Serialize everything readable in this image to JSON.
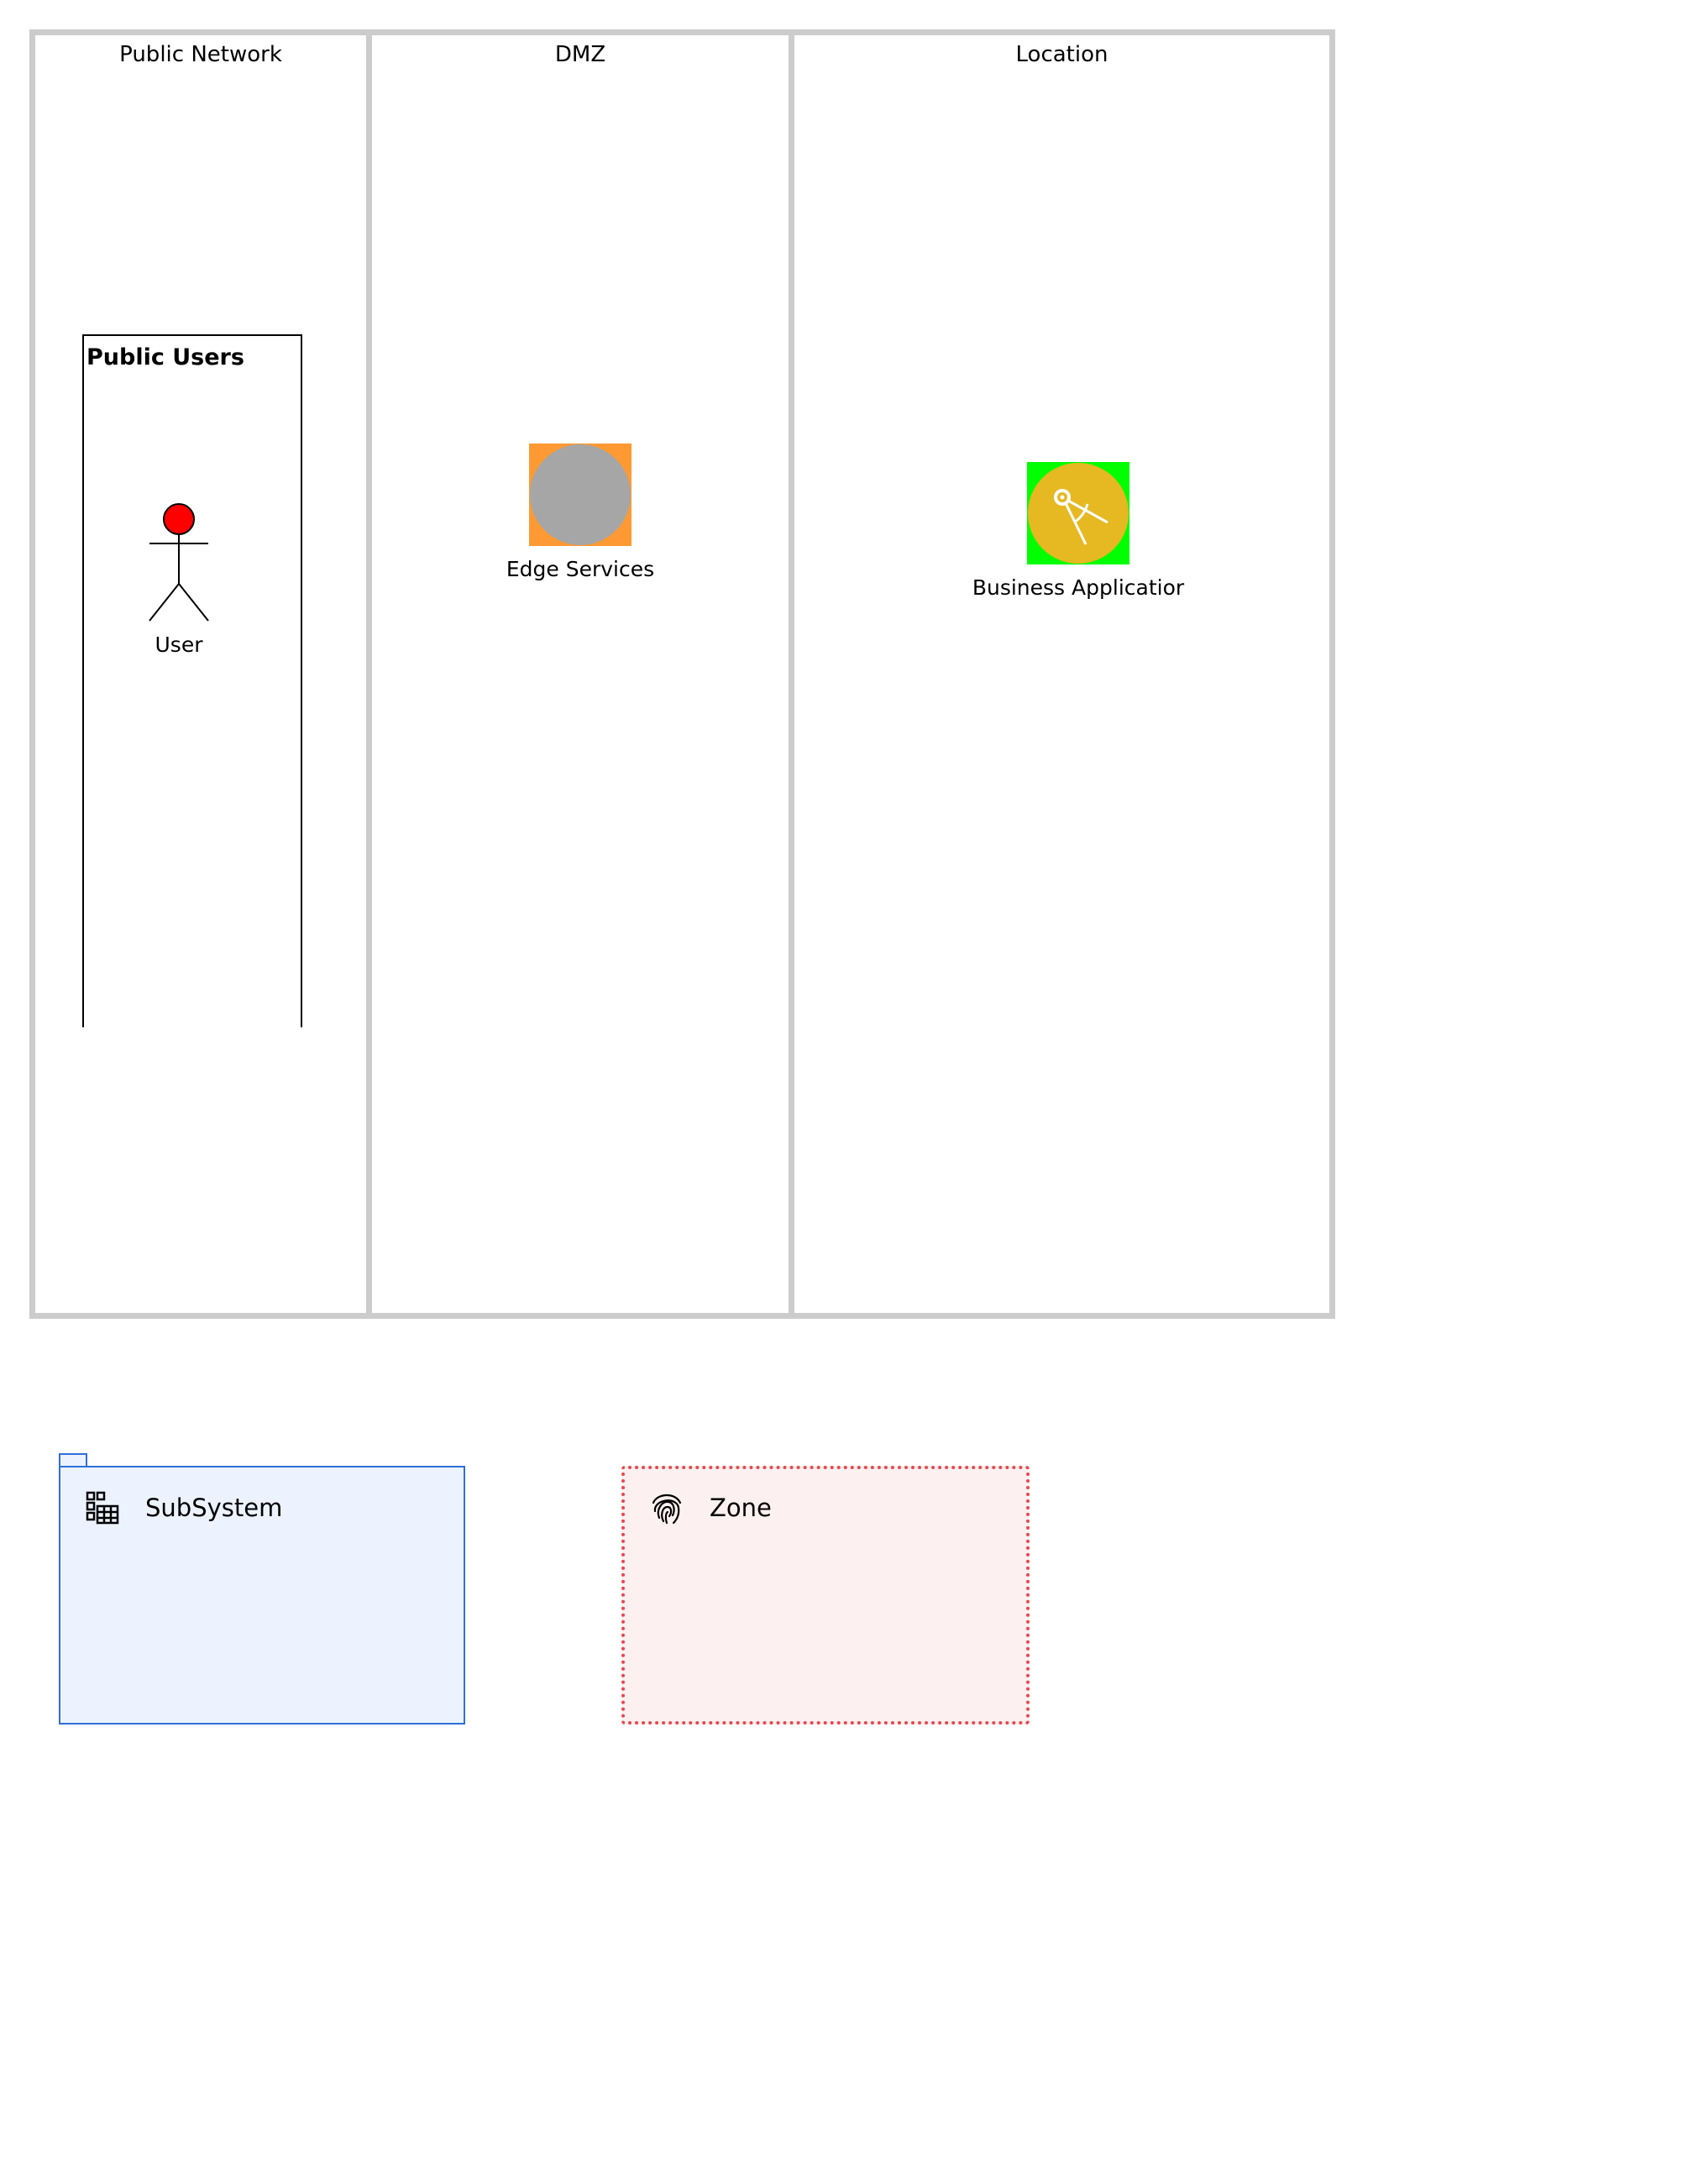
{
  "lanes": {
    "public_network": "Public Network",
    "dmz": "DMZ",
    "location": "Location"
  },
  "groups": {
    "public_users": "Public Users"
  },
  "nodes": {
    "user": {
      "label": "User",
      "icon": "actor-stick-figure",
      "head_color": "#ff0000"
    },
    "edge_services": {
      "label": "Edge Services",
      "icon": "gray-circle",
      "background_color": "#ff9933",
      "circle_color": "#a6a6a6"
    },
    "business_application": {
      "label": "Business Applicatior",
      "icon": "drafting-compass-icon",
      "background_color": "#00ff00",
      "circle_color": "#e6b822"
    }
  },
  "legend": {
    "subsystem": {
      "label": "SubSystem",
      "icon": "subsystem-grid-icon",
      "fill": "#ecf3fe",
      "stroke": "#2f6fdb"
    },
    "zone": {
      "label": "Zone",
      "icon": "fingerprint-icon",
      "fill": "#fdf0f0",
      "stroke": "#e8474e"
    }
  }
}
